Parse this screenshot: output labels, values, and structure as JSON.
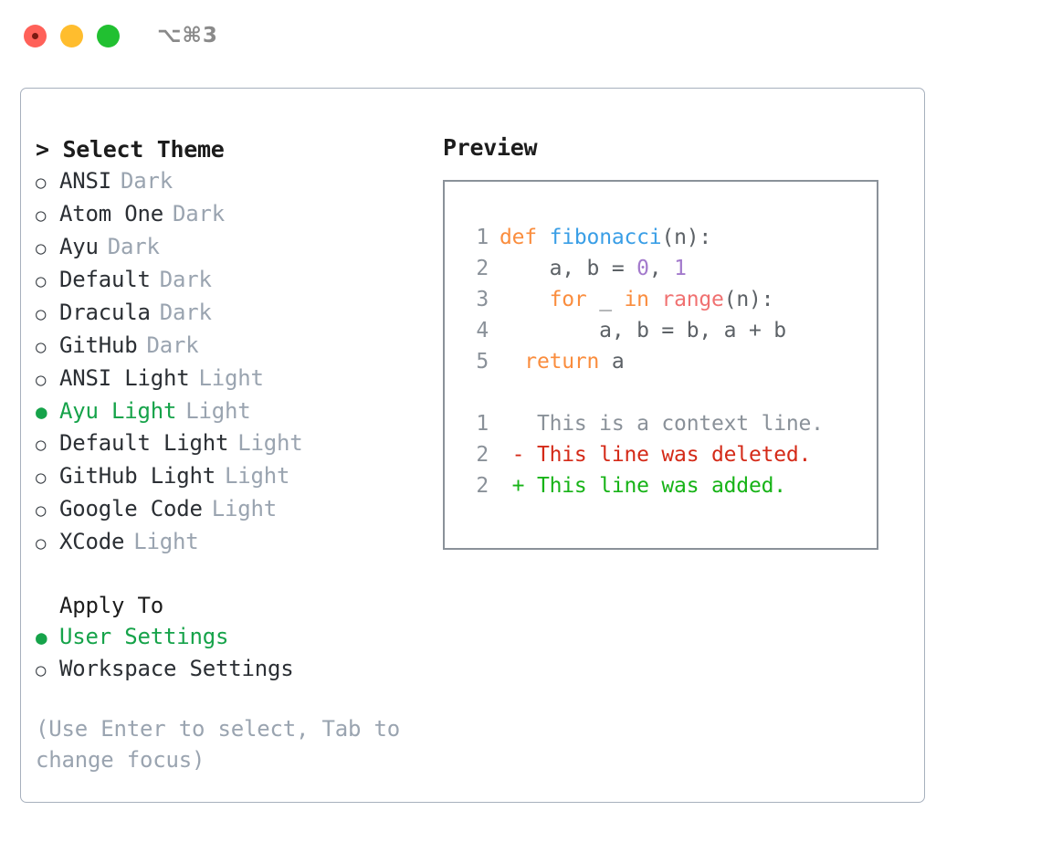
{
  "titlebar": {
    "traffic_lights": [
      "close-red",
      "minimize-yellow",
      "zoom-green"
    ],
    "shortcut": "⌥⌘3"
  },
  "theme_picker": {
    "header": "> Select Theme",
    "items": [
      {
        "marker": "○",
        "label": "ANSI",
        "suffix": "Dark",
        "selected": false
      },
      {
        "marker": "○",
        "label": "Atom One",
        "suffix": "Dark",
        "selected": false
      },
      {
        "marker": "○",
        "label": "Ayu",
        "suffix": "Dark",
        "selected": false
      },
      {
        "marker": "○",
        "label": "Default",
        "suffix": "Dark",
        "selected": false
      },
      {
        "marker": "○",
        "label": "Dracula",
        "suffix": "Dark",
        "selected": false
      },
      {
        "marker": "○",
        "label": "GitHub",
        "suffix": "Dark",
        "selected": false
      },
      {
        "marker": "○",
        "label": "ANSI Light",
        "suffix": "Light",
        "selected": false
      },
      {
        "marker": "●",
        "label": "Ayu Light",
        "suffix": "Light",
        "selected": true
      },
      {
        "marker": "○",
        "label": "Default Light",
        "suffix": "Light",
        "selected": false
      },
      {
        "marker": "○",
        "label": "GitHub Light",
        "suffix": "Light",
        "selected": false
      },
      {
        "marker": "○",
        "label": "Google Code",
        "suffix": "Light",
        "selected": false
      },
      {
        "marker": "○",
        "label": "XCode",
        "suffix": "Light",
        "selected": false
      }
    ]
  },
  "apply_to": {
    "header": "Apply To",
    "items": [
      {
        "marker": "●",
        "label": "User Settings",
        "selected": true
      },
      {
        "marker": "○",
        "label": "Workspace Settings",
        "selected": false
      }
    ]
  },
  "hint": "(Use Enter to select, Tab to change focus)",
  "preview": {
    "title": "Preview",
    "code": [
      {
        "n": "1",
        "tokens": [
          {
            "t": "def",
            "c": "kw"
          },
          {
            "t": " ",
            "c": "txt"
          },
          {
            "t": "fibonacci",
            "c": "fn"
          },
          {
            "t": "(n):",
            "c": "txt"
          }
        ]
      },
      {
        "n": "2",
        "tokens": [
          {
            "t": "    a, b = ",
            "c": "txt"
          },
          {
            "t": "0",
            "c": "num"
          },
          {
            "t": ", ",
            "c": "txt"
          },
          {
            "t": "1",
            "c": "num"
          }
        ]
      },
      {
        "n": "3",
        "tokens": [
          {
            "t": "    ",
            "c": "txt"
          },
          {
            "t": "for",
            "c": "kw"
          },
          {
            "t": " _ ",
            "c": "txt"
          },
          {
            "t": "in",
            "c": "kw"
          },
          {
            "t": " ",
            "c": "txt"
          },
          {
            "t": "range",
            "c": "bi"
          },
          {
            "t": "(n):",
            "c": "txt"
          }
        ]
      },
      {
        "n": "4",
        "tokens": [
          {
            "t": "        a, b = b, a + b",
            "c": "txt"
          }
        ]
      },
      {
        "n": "5",
        "tokens": [
          {
            "t": "  ",
            "c": "txt"
          },
          {
            "t": "return",
            "c": "kw"
          },
          {
            "t": " a",
            "c": "txt"
          }
        ]
      }
    ],
    "diff": [
      {
        "n": "1",
        "prefix": "  ",
        "text": "This is a context line.",
        "kind": "ctx"
      },
      {
        "n": "2",
        "prefix": "- ",
        "text": "This line was deleted.",
        "kind": "del"
      },
      {
        "n": "2",
        "prefix": "+ ",
        "text": "This line was added.",
        "kind": "add"
      }
    ]
  },
  "colors": {
    "accent_green": "#16a34a",
    "muted_gray": "#9aa4b0",
    "border": "#a7b0bd",
    "preview_border": "#8a9199",
    "syntax_keyword": "#fa8d3e",
    "syntax_function": "#399ee6",
    "syntax_number": "#a37acc",
    "syntax_builtin": "#f07171",
    "diff_deleted": "#d42a18",
    "diff_added": "#17b317"
  }
}
